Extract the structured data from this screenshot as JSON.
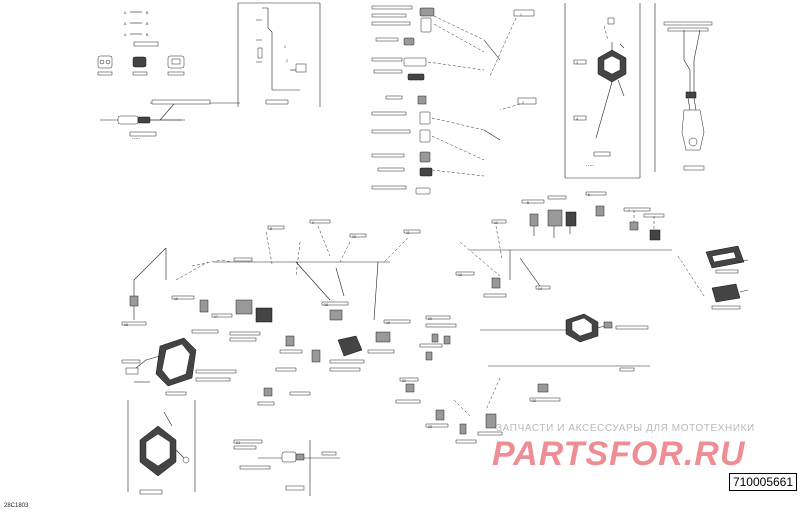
{
  "figure": {
    "code": "28C1803",
    "part_number": "710005661",
    "watermark_text": "ЗАПЧАСТИ И АКСЕССУАРЫ ДЛЯ МОТОТЕХНИКИ",
    "watermark_logo": "PARTSFOR.RU",
    "accent_color": "#e0303a"
  },
  "callouts": [
    "1",
    "2",
    "3",
    "4",
    "5",
    "6",
    "7",
    "8",
    "9",
    "10",
    "11",
    "12",
    "13",
    "14",
    "15",
    "16",
    "17",
    "18",
    "19",
    "20",
    "21",
    "22",
    "23",
    "24"
  ]
}
